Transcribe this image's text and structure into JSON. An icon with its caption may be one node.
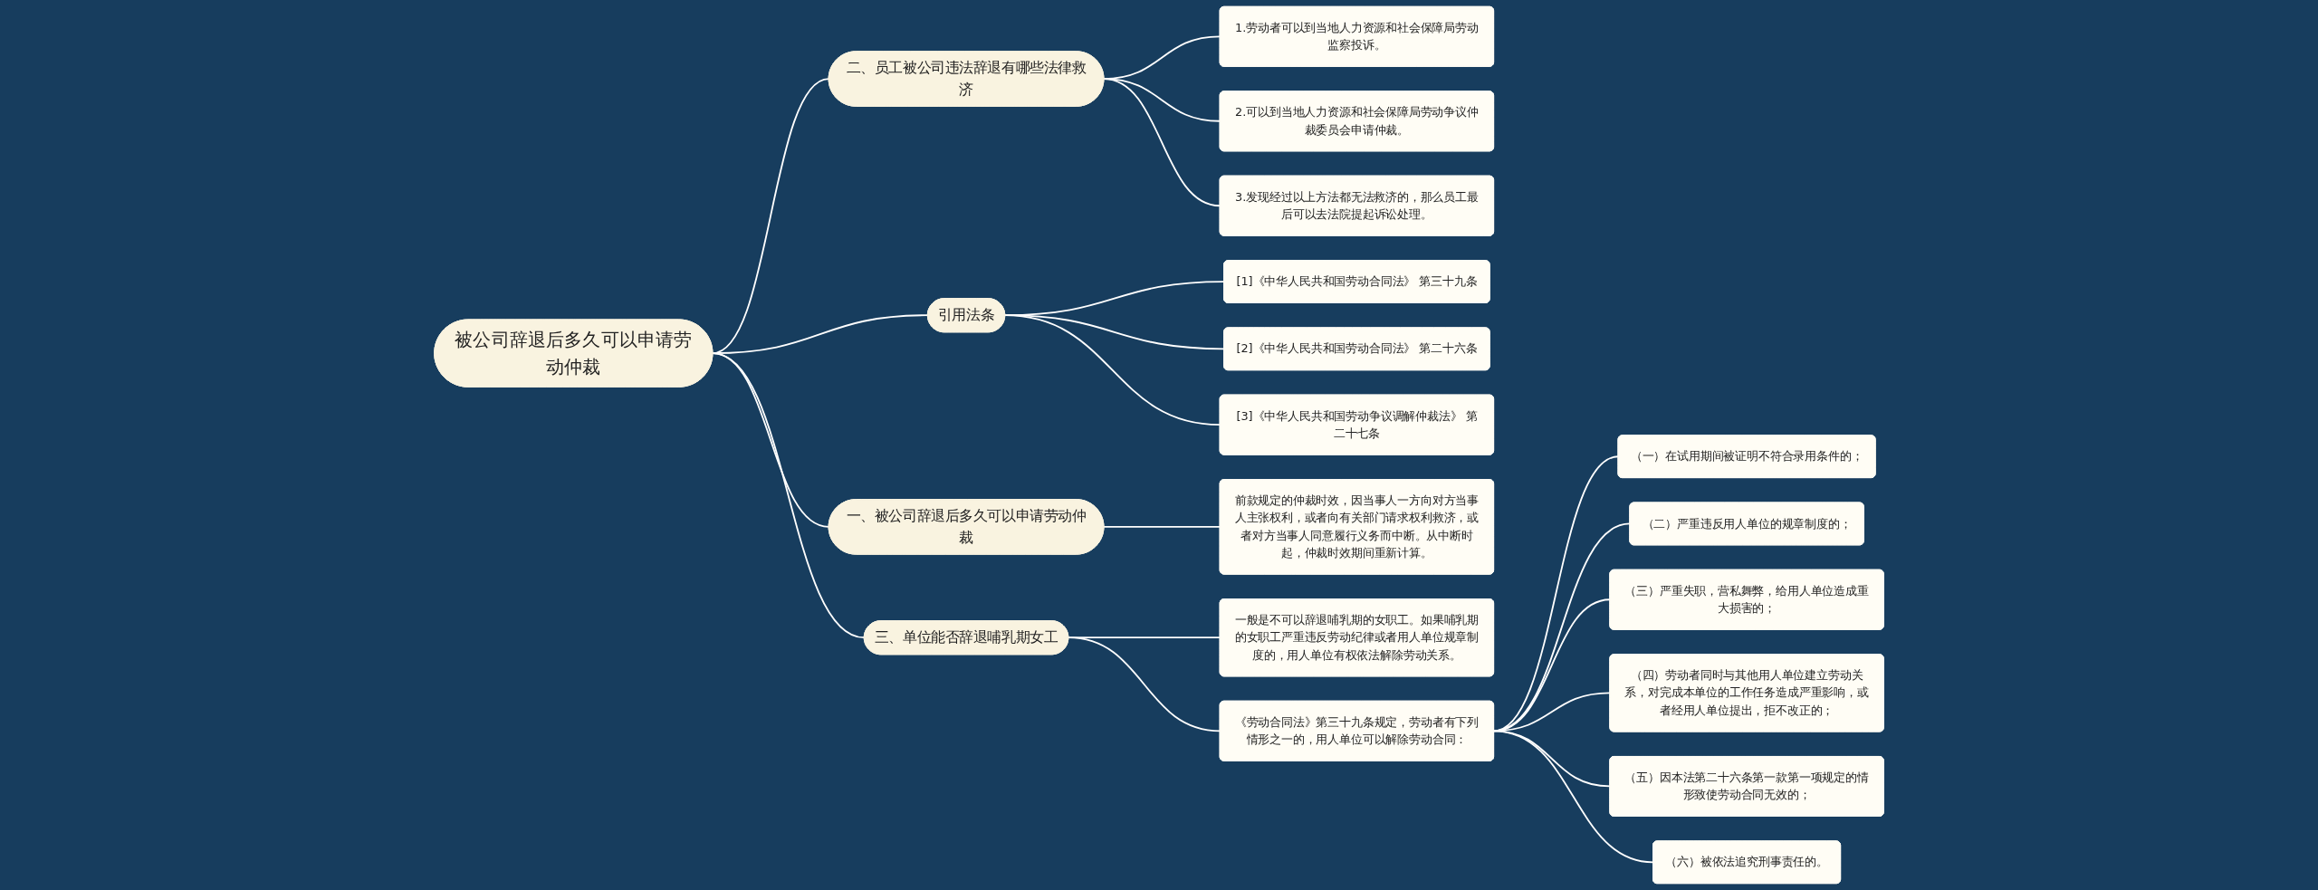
{
  "diagram": {
    "nodes": [
      {
        "text": [
          "被公司辞退后多久可以申请劳动仲裁"
        ]
      },
      {
        "text": [
          "二、员工被公司违法辞退有哪些法律救济"
        ]
      },
      {
        "text": [
          "1.劳动者可以到当地人力资源和社会保障局劳动监察投诉。"
        ]
      },
      {
        "text": [
          "2.可以到当地人力资源和社会保障局劳动争议仲裁委员会申请仲裁。"
        ]
      },
      {
        "text": [
          "3.发现经过以上方法都无法救济的，那么员工最后可以去法院提起诉讼处理。"
        ]
      },
      {
        "text": [
          "引用法条"
        ]
      },
      {
        "text": [
          "[1]《中华人民共和国劳动合同法》 第三十九条"
        ]
      },
      {
        "text": [
          "[2]《中华人民共和国劳动合同法》 第二十六条"
        ]
      },
      {
        "text": [
          "[3]《中华人民共和国劳动争议调解仲裁法》 第二十七条"
        ]
      },
      {
        "text": [
          "一、被公司辞退后多久可以申请劳动仲裁"
        ]
      },
      {
        "text": [
          "前款规定的仲裁时效，因当事人一方向对方当事人主张权利，或者向有关部门请求权利救济，或者对方当事人同意履行义务而中断。从中断时起，仲裁时效期间重新计算。"
        ]
      },
      {
        "text": [
          "三、单位能否辞退哺乳期女工"
        ]
      },
      {
        "text": [
          "一般是不可以辞退哺乳期的女职工。如果哺乳期的女职工严重违反劳动纪律或者用人单位规章制度的，用人单位有权依法解除劳动关系。"
        ]
      },
      {
        "text": [
          "《劳动合同法》第三十九条规定，劳动者有下列情形之一的，用人单位可以解除劳动合同："
        ]
      },
      {
        "text": [
          "（一）在试用期间被证明不符合录用条件的；"
        ]
      },
      {
        "text": [
          "（二）严重违反用人单位的规章制度的；"
        ]
      },
      {
        "text": [
          "（三）严重失职，营私舞弊，给用人单位造成重大损害的；"
        ]
      },
      {
        "text": [
          "（四）劳动者同时与其他用人单位建立劳动关系，对完成本单位的工作任务造成严重影响，或者经用人单位提出，拒不改正的；"
        ]
      },
      {
        "text": [
          "（五）因本法第二十六条第一款第一项规定的情形致使劳动合同无效的；"
        ]
      },
      {
        "text": [
          "（六）被依法追究刑事责任的。"
        ]
      }
    ],
    "edges": [
      {
        "from": 0,
        "to": 1,
        "arrow": "none"
      },
      {
        "from": 1,
        "to": 2,
        "arrow": "none"
      },
      {
        "from": 1,
        "to": 3,
        "arrow": "none"
      },
      {
        "from": 1,
        "to": 4,
        "arrow": "none"
      },
      {
        "from": 0,
        "to": 5,
        "arrow": "none"
      },
      {
        "from": 5,
        "to": 6,
        "arrow": "none"
      },
      {
        "from": 5,
        "to": 7,
        "arrow": "none"
      },
      {
        "from": 5,
        "to": 8,
        "arrow": "none"
      },
      {
        "from": 0,
        "to": 9,
        "arrow": "none"
      },
      {
        "from": 9,
        "to": 10,
        "arrow": "none"
      },
      {
        "from": 0,
        "to": 11,
        "arrow": "none"
      },
      {
        "from": 11,
        "to": 12,
        "arrow": "none"
      },
      {
        "from": 11,
        "to": 13,
        "arrow": "none"
      },
      {
        "from": 13,
        "to": 14,
        "arrow": "none"
      },
      {
        "from": 13,
        "to": 15,
        "arrow": "none"
      },
      {
        "from": 13,
        "to": 16,
        "arrow": "none"
      },
      {
        "from": 13,
        "to": 17,
        "arrow": "none"
      },
      {
        "from": 13,
        "to": 18,
        "arrow": "none"
      },
      {
        "from": 13,
        "to": 19,
        "arrow": "none"
      }
    ]
  }
}
